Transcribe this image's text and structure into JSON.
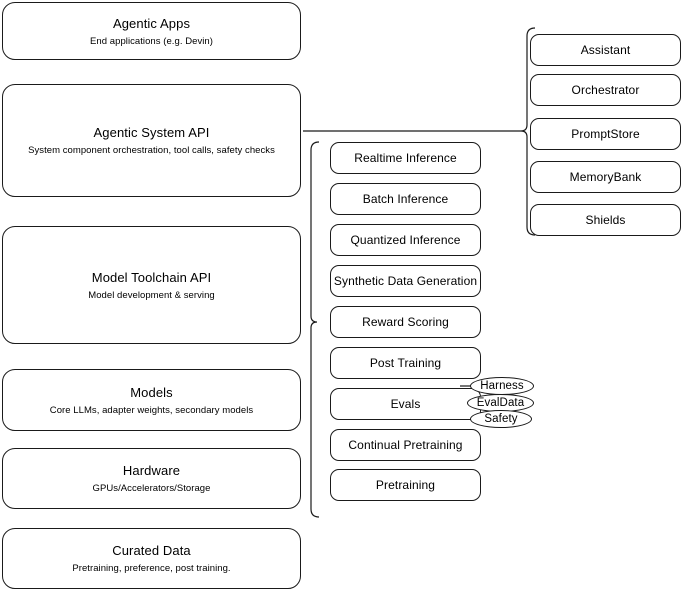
{
  "diagram": {
    "type": "layered-architecture-diagram",
    "stack": {
      "name": "platform-layers",
      "items": [
        {
          "title": "Agentic Apps",
          "subtitle": "End applications (e.g. Devin)"
        },
        {
          "title": "Agentic System API",
          "subtitle": "System component orchestration, tool calls, safety checks"
        },
        {
          "title": "Model Toolchain API",
          "subtitle": "Model development & serving"
        },
        {
          "title": "Models",
          "subtitle": "Core LLMs, adapter weights, secondary models"
        },
        {
          "title": "Hardware",
          "subtitle": "GPUs/Accelerators/Storage"
        },
        {
          "title": "Curated Data",
          "subtitle": "Pretraining, preference, post training."
        }
      ]
    },
    "toolchain_capabilities": {
      "name": "model-toolchain-api-capabilities",
      "items": [
        {
          "label": "Realtime Inference"
        },
        {
          "label": "Batch Inference"
        },
        {
          "label": "Quantized Inference"
        },
        {
          "label": "Synthetic Data Generation"
        },
        {
          "label": "Reward Scoring"
        },
        {
          "label": "Post Training"
        },
        {
          "label": "Evals"
        },
        {
          "label": "Continual Pretraining"
        },
        {
          "label": "Pretraining"
        }
      ]
    },
    "evals_subitems": {
      "name": "evals-components",
      "items": [
        {
          "label": "Harness"
        },
        {
          "label": "EvalData"
        },
        {
          "label": "Safety"
        }
      ]
    },
    "system_components": {
      "name": "agentic-system-api-components",
      "items": [
        {
          "label": "Assistant"
        },
        {
          "label": "Orchestrator"
        },
        {
          "label": "PromptStore"
        },
        {
          "label": "MemoryBank"
        },
        {
          "label": "Shields"
        }
      ]
    },
    "colors": {
      "stroke": "#1a1a1a",
      "fill": "#ffffff",
      "text": "#000000"
    }
  }
}
